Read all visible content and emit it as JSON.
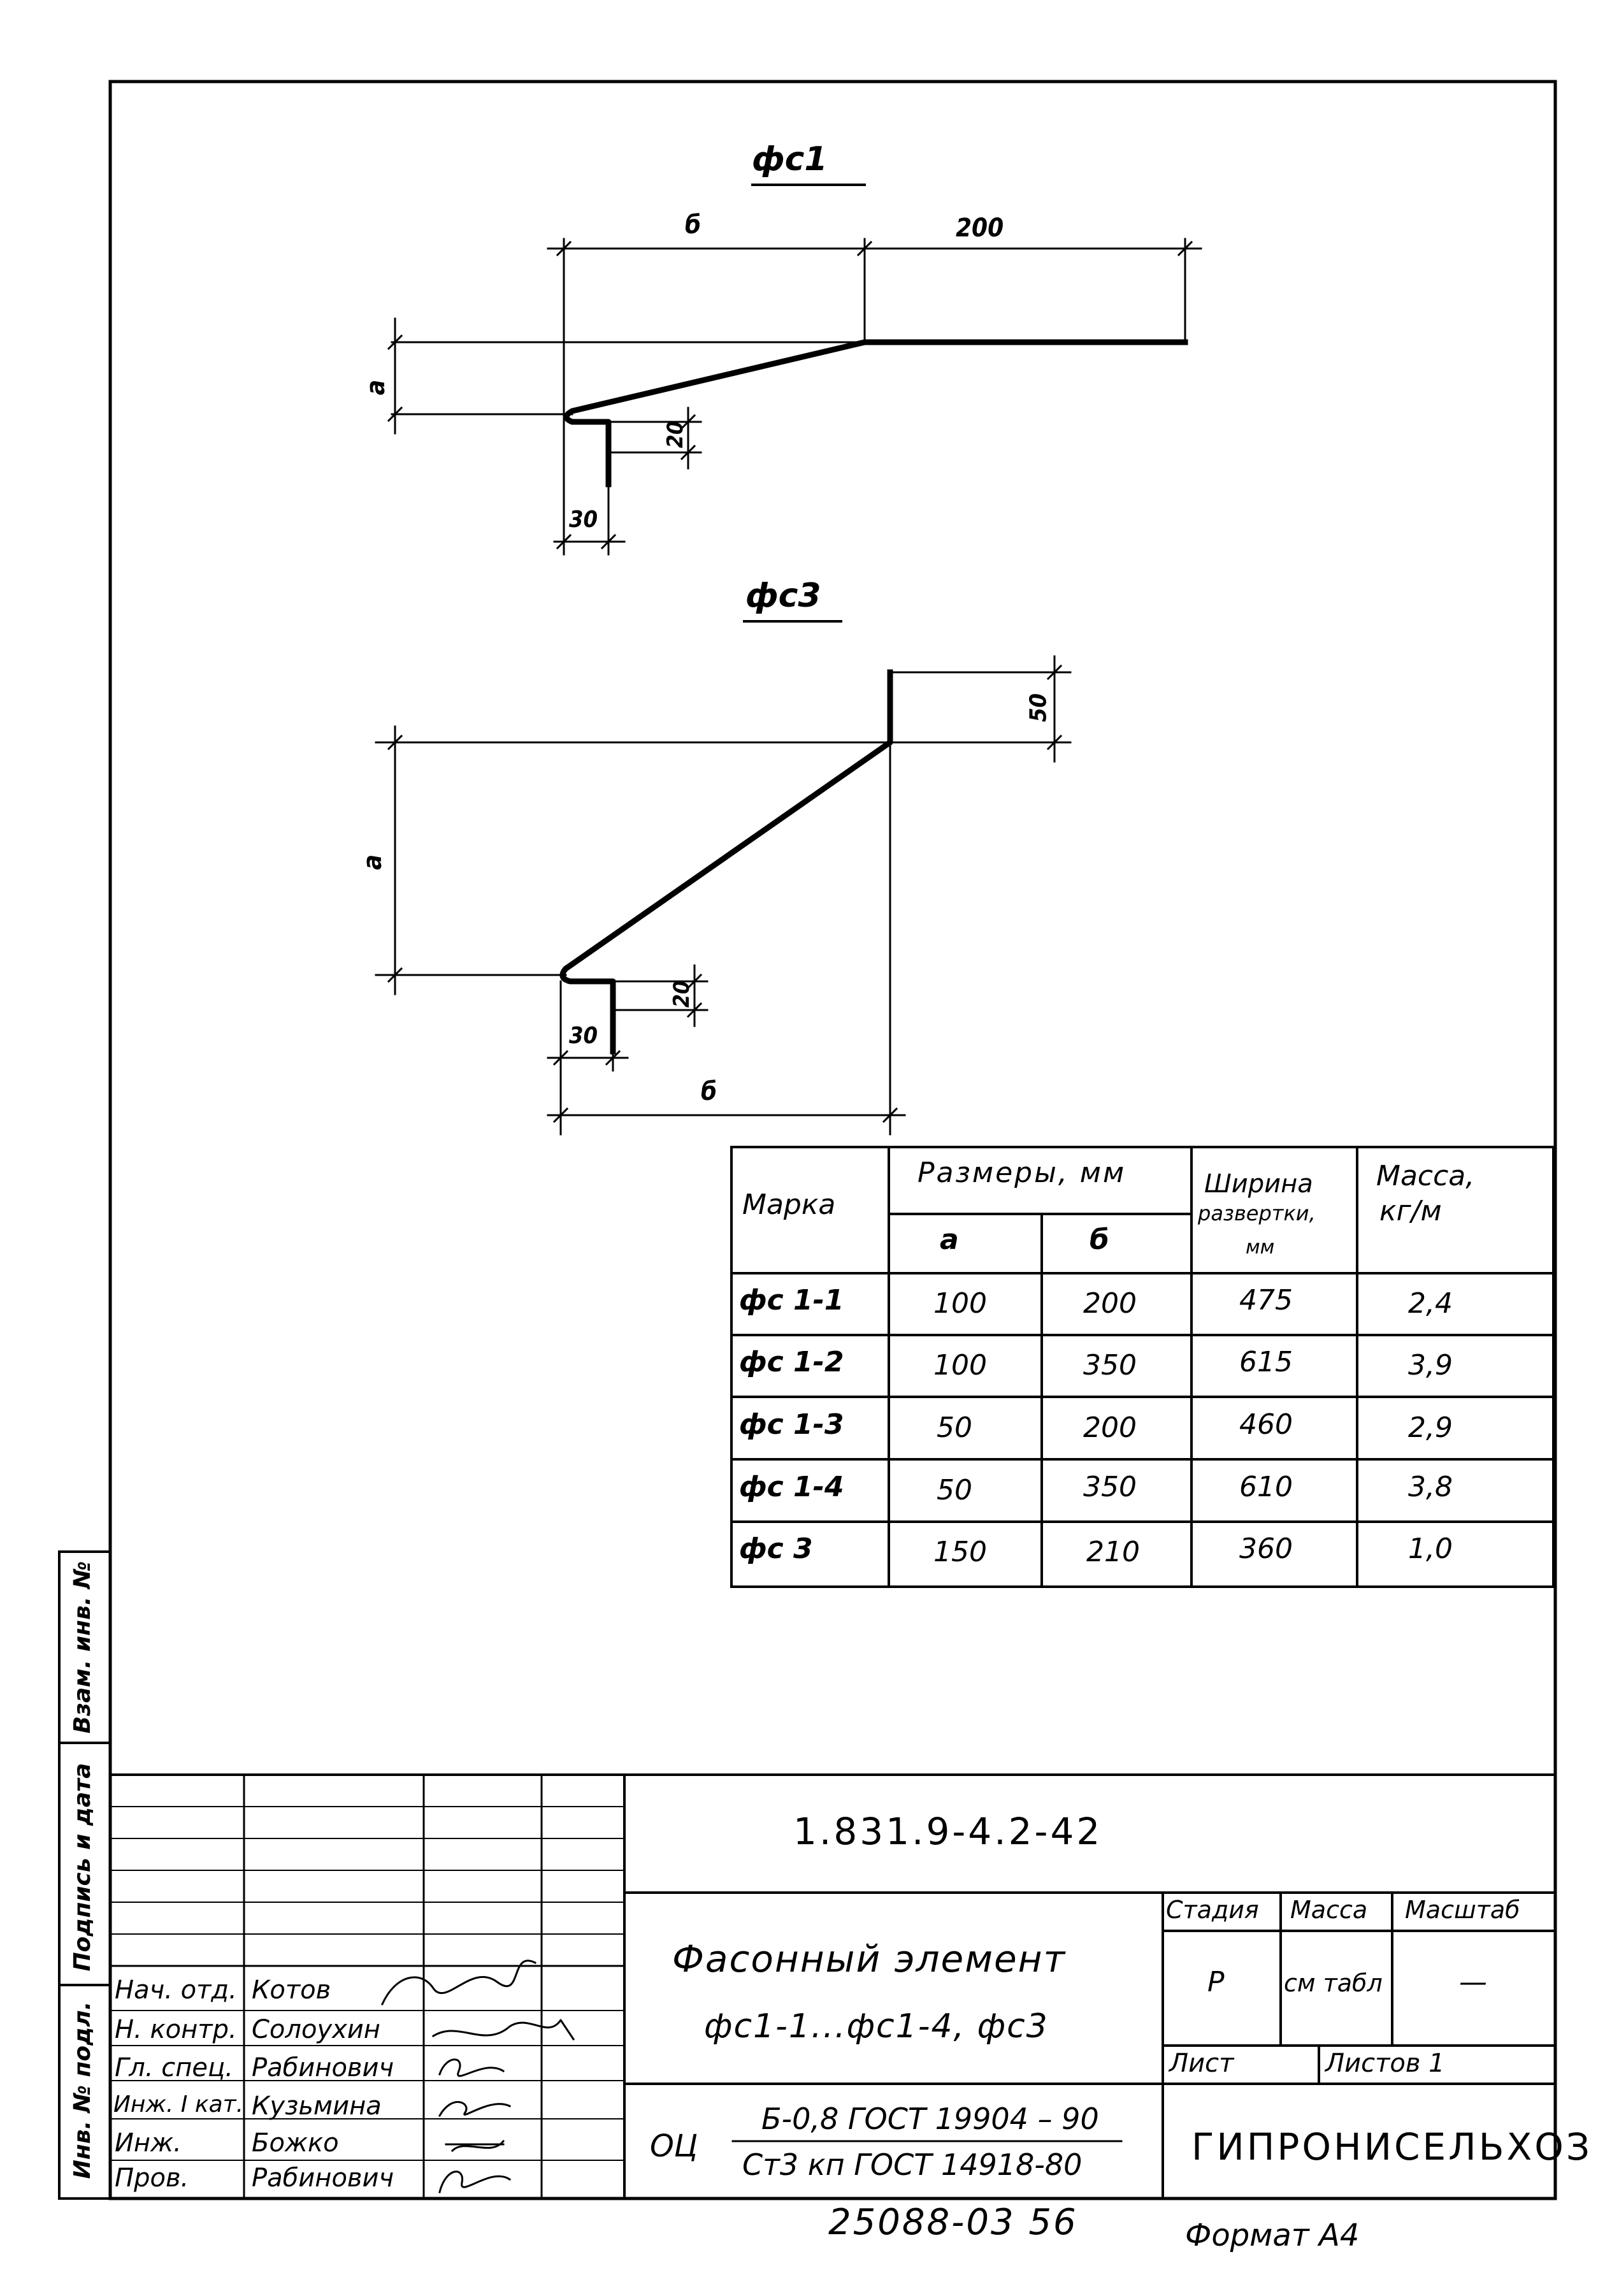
{
  "drawings": {
    "fs1": {
      "title": "фс1",
      "dim_b": "б",
      "dim_200": "200",
      "dim_a": "а",
      "dim_20": "20",
      "dim_30": "30"
    },
    "fs3": {
      "title": "фс3",
      "dim_50": "50",
      "dim_a": "а",
      "dim_20": "20",
      "dim_30": "30",
      "dim_b": "б"
    }
  },
  "table": {
    "col_mark": "Марка",
    "col_sizes": "Размеры, мм",
    "col_a": "а",
    "col_b": "б",
    "col_width_1": "Ширина",
    "col_width_2": "развертки,",
    "col_width_3": "мм",
    "col_mass_1": "Масса,",
    "col_mass_2": "кг/м",
    "rows": [
      {
        "mark": "фс 1-1",
        "a": "100",
        "b": "200",
        "width": "475",
        "mass": "2,4"
      },
      {
        "mark": "фс 1-2",
        "a": "100",
        "b": "350",
        "width": "615",
        "mass": "3,9"
      },
      {
        "mark": "фс 1-3",
        "a": "50",
        "b": "200",
        "width": "460",
        "mass": "2,9"
      },
      {
        "mark": "фс 1-4",
        "a": "50",
        "b": "350",
        "width": "610",
        "mass": "3,8"
      },
      {
        "mark": "фс 3",
        "a": "150",
        "b": "210",
        "width": "360",
        "mass": "1,0"
      }
    ]
  },
  "side_labels": {
    "vzam": "Взам. инв. №",
    "podpis": "Подпись и дата",
    "inv": "Инв. № подл."
  },
  "title_block": {
    "doc_code": "1.831.9-4.2-42",
    "name_1": "Фасонный элемент",
    "name_2": "фс1-1...фс1-4, фс3",
    "stage_h": "Стадия",
    "mass_h": "Масса",
    "scale_h": "Масштаб",
    "stage_v": "Р",
    "mass_v": "см табл",
    "scale_v": "—",
    "sheet_h": "Лист",
    "sheets_h": "Листов 1",
    "org": "ГИПРОНИСЕЛЬХОЗ",
    "material_prefix": "ОЦ",
    "material_1": "Б-0,8 ГОСТ 19904 – 90",
    "material_2": "Ст3 кп ГОСТ 14918-80",
    "people": [
      {
        "role": "Нач. отд.",
        "name": "Котов"
      },
      {
        "role": "Н. контр.",
        "name": "Солоухин"
      },
      {
        "role": "Гл. спец.",
        "name": "Рабинович"
      },
      {
        "role": "Инж. I кат.",
        "name": "Кузьмина"
      },
      {
        "role": "Инж.",
        "name": "Божко"
      },
      {
        "role": "Пров.",
        "name": "Рабинович"
      }
    ]
  },
  "footer": {
    "number": "25088-03   56",
    "format": "Формат А4"
  }
}
